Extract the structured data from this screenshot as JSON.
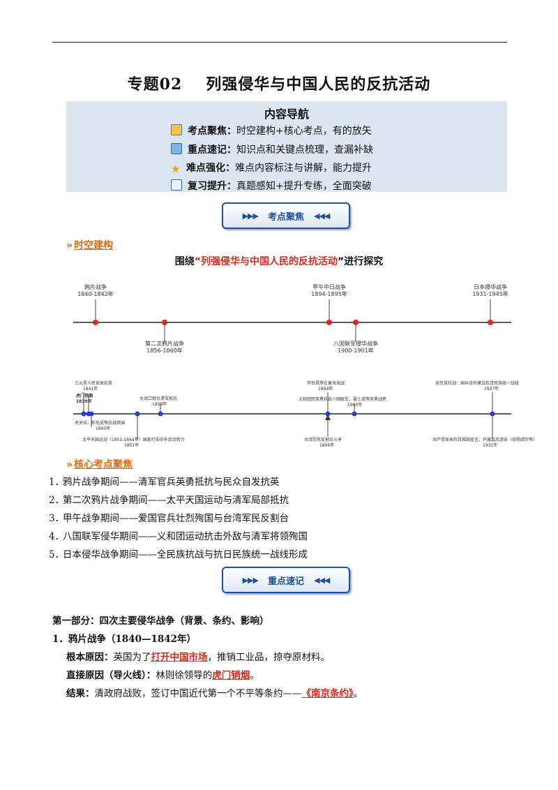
{
  "title": {
    "code": "专题02",
    "main": "列强侵华与中国人民的反抗活动"
  },
  "nav": {
    "heading": "内容导航",
    "items": [
      {
        "icon": "map-icon",
        "label": "考点聚焦",
        "colon": "：",
        "desc": "时空建构+核心考点，有的放矢"
      },
      {
        "icon": "book-icon",
        "label": "重点速记",
        "colon": "：",
        "desc": "知识点和关键点梳理，查漏补缺"
      },
      {
        "icon": "star-icon",
        "label": "难点强化",
        "colon": "：",
        "desc": "难点内容标注与讲解，能力提升"
      },
      {
        "icon": "notepad-icon",
        "label": "复习提升",
        "colon": "：",
        "desc": "真题感知+提升专练，全面突破"
      }
    ]
  },
  "banners": {
    "focus": "考点聚焦",
    "notes": "重点速记",
    "arrows_left": "▶▶▶",
    "arrows_right": "◀◀◀"
  },
  "section_timeline": {
    "chevron": "»",
    "label": "时空建构"
  },
  "timeline_title": {
    "prefix": "围绕",
    "open_quote": "“",
    "highlight": "列强侵华与中国人民的反抗活动",
    "close_quote": "”",
    "suffix": "进行探究"
  },
  "timeline1": {
    "events": [
      {
        "name": "鸦片战争",
        "years": "1840-1842年"
      },
      {
        "name": "第二次鸦片战争",
        "years": "1856-1860年"
      },
      {
        "name": "甲午中日战争",
        "years": "1894-1895年"
      },
      {
        "name": "八国联军侵华战争",
        "years": "1900-1901年"
      },
      {
        "name": "日本侵华战争",
        "years": "1931-1945年"
      }
    ]
  },
  "timeline2": {
    "labels": {
      "a1": "三元里人民自发抗英",
      "a2": "1841年",
      "b1": "虎门销烟",
      "b2": "1839年",
      "c1": "关天培、陈化成等抗战英国",
      "c2": "1843年",
      "d1": "太平天国运动（1851-1864年）国家打击中外反动势力",
      "d2": "1851年",
      "e1": "大沽口炮台清军抵抗",
      "e2": "1859年",
      "f1": "邓世昌等在黄海海战",
      "f2": "1894年",
      "g1": "义和团民英勇抗击八国联军，聂士成等英勇战死",
      "g2": "1900年",
      "h1": "台湾军民反割台斗争",
      "h2": "1895年",
      "i1": "全民族抗战：国共合作建立抗日民族统一战线",
      "i2": "1937年",
      "j1": "共产党发表抗日救国宣言，开展敌后游击（如杨靖宇等）",
      "j2": "1931年"
    }
  },
  "section_core": {
    "chevron": "»",
    "label": "核心考点聚焦"
  },
  "core_points": [
    {
      "num": "1．",
      "text": "鸦片战争期间——清军官兵英勇抵抗与民众自发抗英"
    },
    {
      "num": "2．",
      "text": "第二次鸦片战争期间——太平天国运动与清军局部抵抗"
    },
    {
      "num": "3．",
      "text": "甲午战争期间——爱国官兵壮烈殉国与台湾军民反割台"
    },
    {
      "num": "4．",
      "text": "八国联军侵华期间——义和团运动抗击外敌与清军将领殉国"
    },
    {
      "num": "5．",
      "text": "日本侵华战争期间——全民族抗战与抗日民族统一战线形成"
    }
  ],
  "part1": {
    "heading": "第一部分：四次主要侵华战争（背景、条约、影响）",
    "sub": "1．鸦片战争（1840—1842年）",
    "root_label": "根本原因：",
    "root_pre": "英国为了",
    "root_key": "打开中国市场",
    "root_post": "，推销工业品，掠夺原材料。",
    "direct_label": "直接原因（导火线）：",
    "direct_pre": "林则徐领导的",
    "direct_key": "虎门销烟",
    "direct_post": "。",
    "result_label": "结果：",
    "result_pre": "清政府战败，签订中国近代第一个不平等条约——",
    "result_key": "《南京条约》",
    "result_post": "。"
  }
}
